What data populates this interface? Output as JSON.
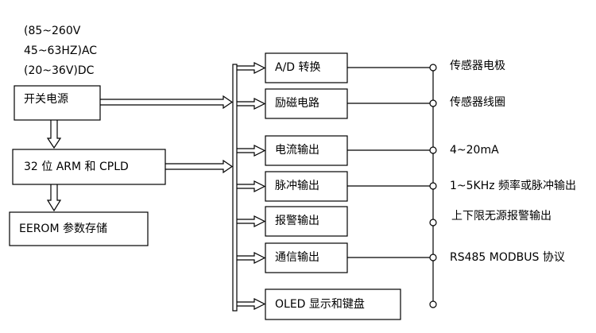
{
  "supply_spec": {
    "line1": "(85~260V",
    "line2": "45~63HZ)AC",
    "line3": "(20~36V)DC"
  },
  "left_blocks": {
    "power": "开关电源",
    "cpu": "32 位 ARM 和 CPLD",
    "eeprom": "EEROM 参数存储"
  },
  "modules": [
    {
      "label": "A/D 转换",
      "terminal": "传感器电极"
    },
    {
      "label": "励磁电路",
      "terminal": "传感器线圈"
    },
    {
      "label": "电流输出",
      "terminal": "4~20mA"
    },
    {
      "label": "脉冲输出",
      "terminal": "1~5KHz 频率或脉冲输出"
    },
    {
      "label": "报警输出",
      "terminal": "上下限无源报警输出"
    },
    {
      "label": "通信输出",
      "terminal": "RS485 MODBUS 协议"
    },
    {
      "label": "OLED 显示和键盘",
      "terminal": ""
    }
  ]
}
